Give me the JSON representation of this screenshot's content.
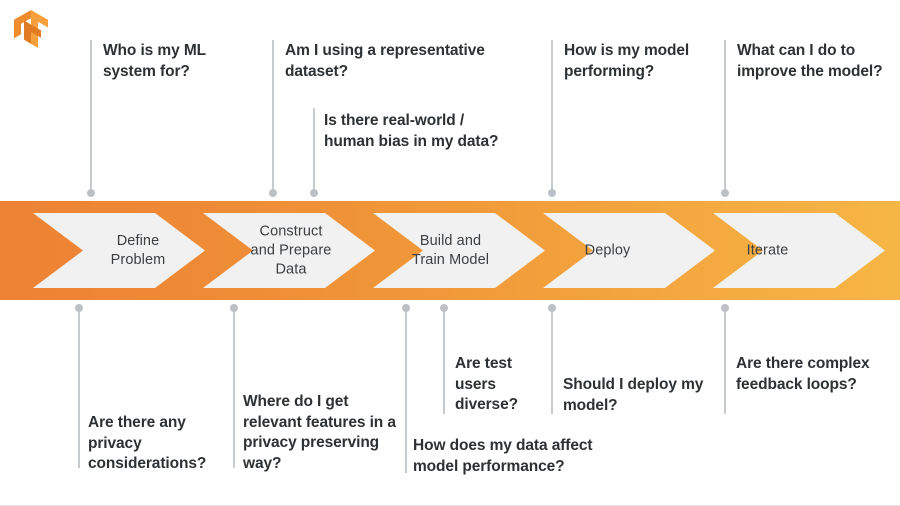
{
  "logo": {
    "name": "tensorflow-logo",
    "colors": {
      "light": "#F5A03C",
      "mid": "#EE8B2D",
      "dark": "#E07B22"
    }
  },
  "band": {
    "gradient_from": "#ED8134",
    "gradient_to": "#F6B645",
    "chevron_fill": "#F1F1F1",
    "steps": [
      {
        "id": "define-problem",
        "label": "Define\nProblem"
      },
      {
        "id": "construct-prepare",
        "label": "Construct\nand Prepare\nData"
      },
      {
        "id": "build-train",
        "label": "Build and\nTrain Model"
      },
      {
        "id": "deploy",
        "label": "Deploy"
      },
      {
        "id": "iterate",
        "label": "Iterate"
      }
    ]
  },
  "connector": {
    "line_color": "#C8CBCE",
    "dot_color": "#BDC1C6"
  },
  "text_color": "#2E3134",
  "callouts_top": [
    {
      "id": "who-is-my-ml-system-for",
      "text": "Who is my ML system for?"
    },
    {
      "id": "am-i-using-representative-data",
      "text": "Am I using a representative dataset?"
    },
    {
      "id": "real-world-human-bias",
      "text": "Is there real-world / human bias in my data?"
    },
    {
      "id": "how-is-my-model-performing",
      "text": "How is my model performing?"
    },
    {
      "id": "what-can-i-do-to-improve",
      "text": "What can I do to improve the model?"
    }
  ],
  "callouts_bottom": [
    {
      "id": "privacy-considerations",
      "text": "Are there any privacy considerations?"
    },
    {
      "id": "relevant-features-privacy",
      "text": "Where do I get relevant features in a privacy preserving way?"
    },
    {
      "id": "are-test-users-diverse",
      "text": "Are test users diverse?"
    },
    {
      "id": "data-affect-performance",
      "text": "How does my data affect model performance?"
    },
    {
      "id": "should-i-deploy-my-model",
      "text": "Should I deploy my model?"
    },
    {
      "id": "complex-feedback-loops",
      "text": "Are there complex feedback loops?"
    }
  ]
}
